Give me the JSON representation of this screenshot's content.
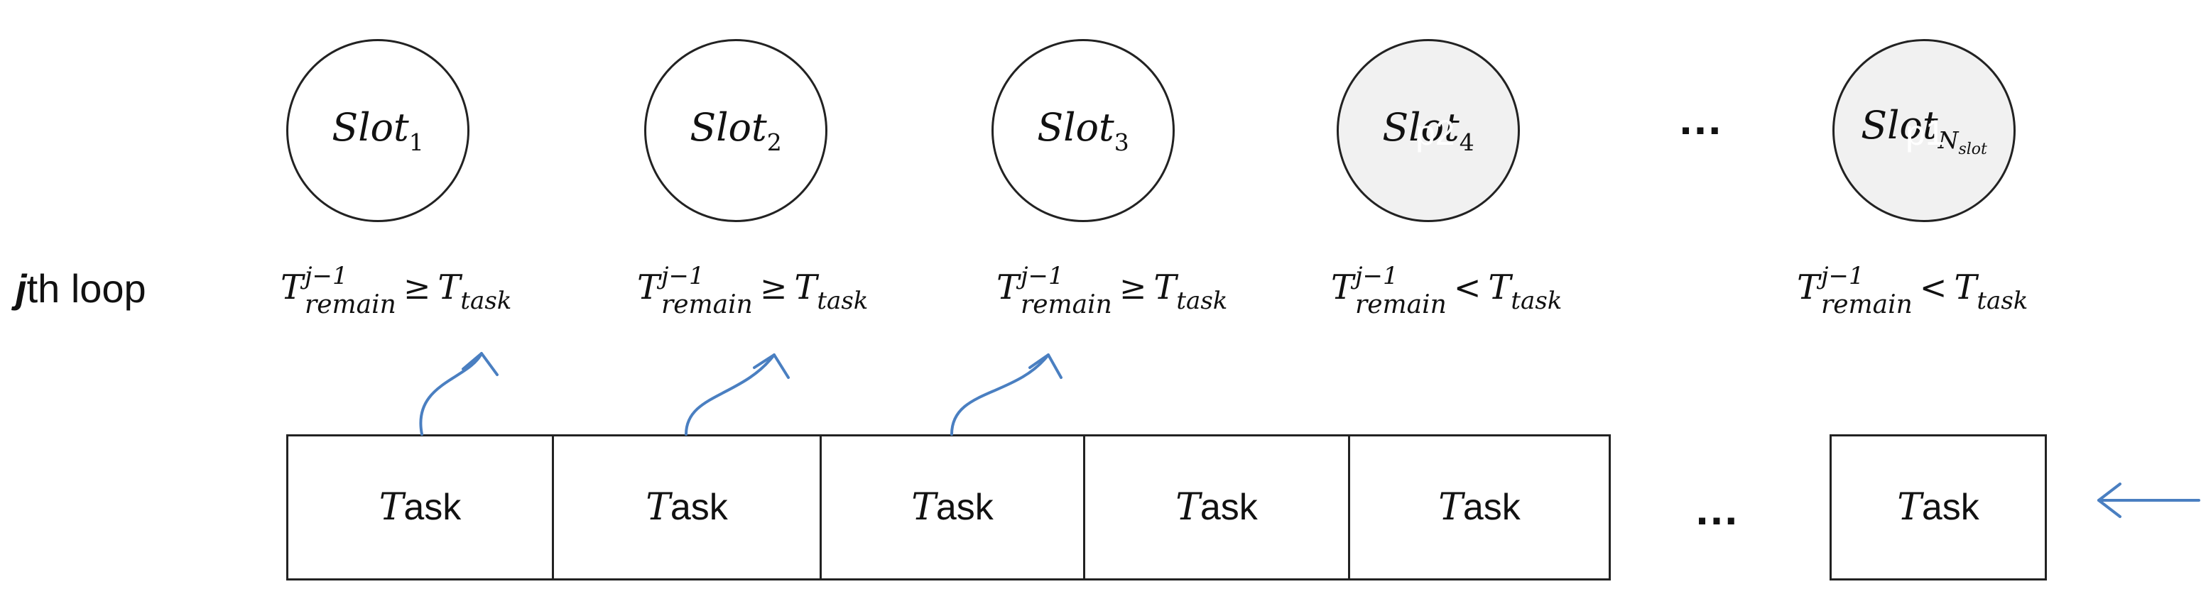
{
  "slots": [
    {
      "name": "Slot",
      "sub": "1",
      "shaded": false
    },
    {
      "name": "Slot",
      "sub": "2",
      "shaded": false
    },
    {
      "name": "Slot",
      "sub": "3",
      "shaded": false
    },
    {
      "name": "Slot",
      "sub": "4",
      "shaded": true,
      "ghost_text": "p2"
    },
    {
      "name": "Slot",
      "sub": "N",
      "sub_sub": "slot",
      "shaded": true,
      "ghost_text": "p1"
    }
  ],
  "loop_label": {
    "j": "j",
    "rest": "th loop"
  },
  "conditions": [
    {
      "T": "T",
      "sup": "j−1",
      "sub": "remain",
      "op": "≥",
      "rhs": "T",
      "rhs_sub": "task"
    },
    {
      "T": "T",
      "sup": "j−1",
      "sub": "remain",
      "op": "≥",
      "rhs": "T",
      "rhs_sub": "task"
    },
    {
      "T": "T",
      "sup": "j−1",
      "sub": "remain",
      "op": "≥",
      "rhs": "T",
      "rhs_sub": "task"
    },
    {
      "T": "T",
      "sup": "j−1",
      "sub": "remain",
      "op": "<",
      "rhs": "T",
      "rhs_sub": "task"
    },
    {
      "T": "T",
      "sup": "j−1",
      "sub": "remain",
      "op": "<",
      "rhs": "T",
      "rhs_sub": "task"
    }
  ],
  "tasks": [
    {
      "first": "T",
      "rest": "ask"
    },
    {
      "first": "T",
      "rest": "ask"
    },
    {
      "first": "T",
      "rest": "ask"
    },
    {
      "first": "T",
      "rest": "ask"
    },
    {
      "first": "T",
      "rest": "ask"
    },
    {
      "first": "T",
      "rest": "ask"
    }
  ],
  "ellipsis_top": "…",
  "ellipsis_bottom": "…",
  "colors": {
    "arrow": "#4a7fc1",
    "stroke": "#222222",
    "shaded_fill": "#f1f1f1"
  }
}
